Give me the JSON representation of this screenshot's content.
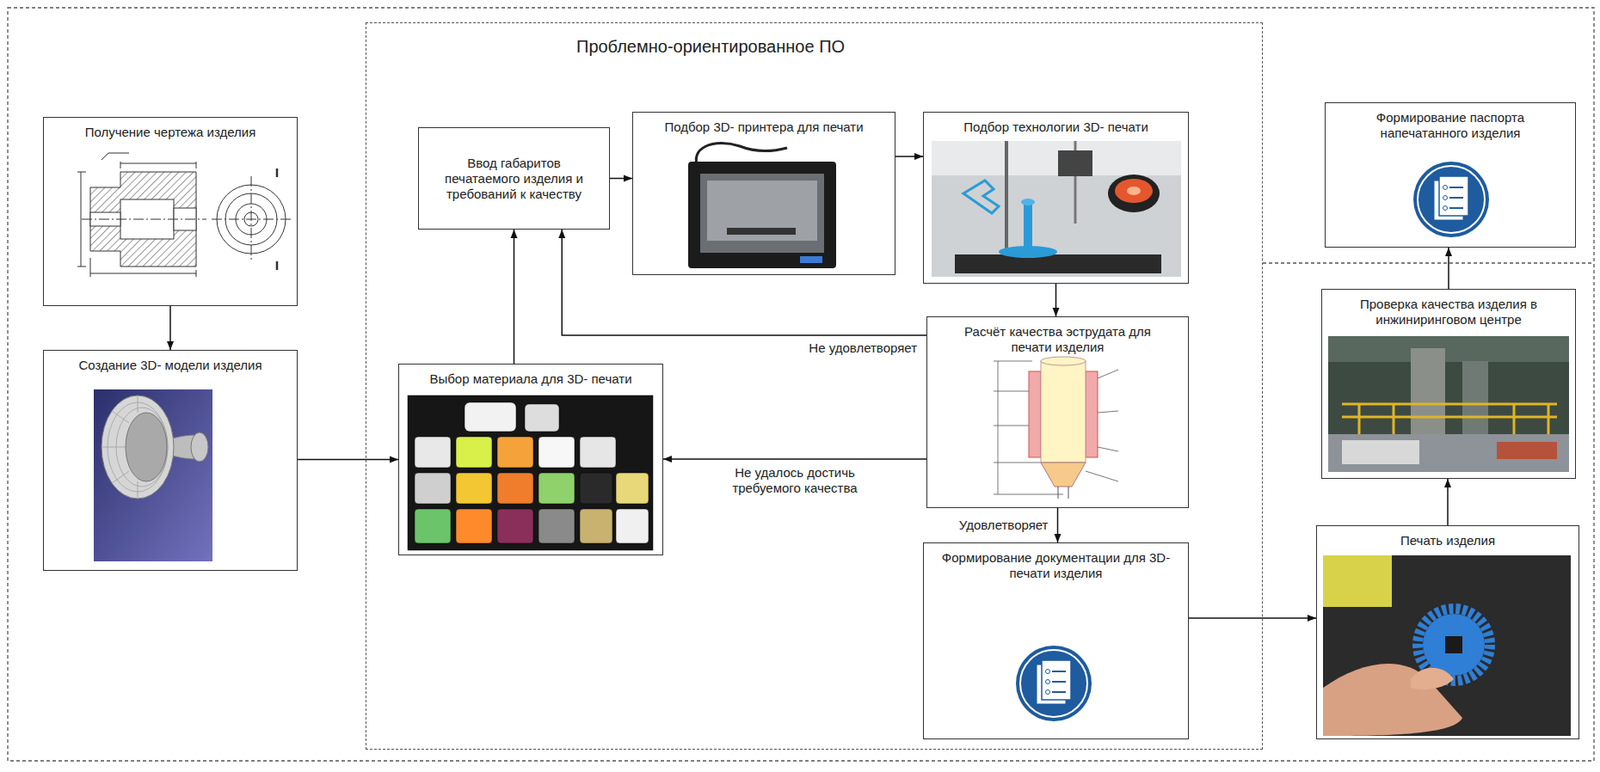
{
  "diagram": {
    "nodes": [
      {
        "text": [
          "Получение чертежа изделия"
        ]
      },
      {
        "text": [
          "Создание 3D- модели изделия"
        ]
      },
      {
        "text": [
          "Проблемно-ориентированное ПО"
        ]
      },
      {
        "text": [
          "Ввод габаритов печатаемого изделия и требований к качеству"
        ],
        "in": 2
      },
      {
        "text": [
          "Подбор 3D- принтера для печати"
        ],
        "in": 2
      },
      {
        "text": [
          "Подбор технологии 3D- печати"
        ],
        "in": 2
      },
      {
        "text": [
          "Выбор материала для 3D- печати"
        ],
        "in": 2
      },
      {
        "text": [
          "Расчёт качества эструдата для печати изделия"
        ],
        "in": 2
      },
      {
        "text": [
          "Формирование документации для 3D-печати изделия"
        ],
        "in": 2
      },
      {
        "text": [
          "Формирование паспорта напечатанного изделия"
        ]
      },
      {
        "text": [
          "Проверка качества изделия в инжиниринговом центре"
        ]
      },
      {
        "text": [
          "Печать изделия"
        ]
      }
    ],
    "edges": [
      {
        "from": 0,
        "to": 1,
        "arrow": "to"
      },
      {
        "from": 1,
        "to": 6,
        "arrow": "to"
      },
      {
        "from": 6,
        "to": 3,
        "arrow": "to"
      },
      {
        "from": 3,
        "to": 4,
        "arrow": "to"
      },
      {
        "from": 4,
        "to": 5,
        "arrow": "to"
      },
      {
        "from": 5,
        "to": 7,
        "arrow": "to"
      },
      {
        "from": 7,
        "to": 3,
        "label": "Не удовлетворяет",
        "arrow": "to"
      },
      {
        "from": 7,
        "to": 6,
        "label": "Не удалось достичь требуемого качества",
        "arrow": "to"
      },
      {
        "from": 7,
        "to": 8,
        "label": "Удовлетворяет",
        "arrow": "to"
      },
      {
        "from": 8,
        "to": 11,
        "arrow": "to"
      },
      {
        "from": 11,
        "to": 10,
        "arrow": "to"
      },
      {
        "from": 10,
        "to": 9,
        "arrow": "to"
      }
    ]
  }
}
